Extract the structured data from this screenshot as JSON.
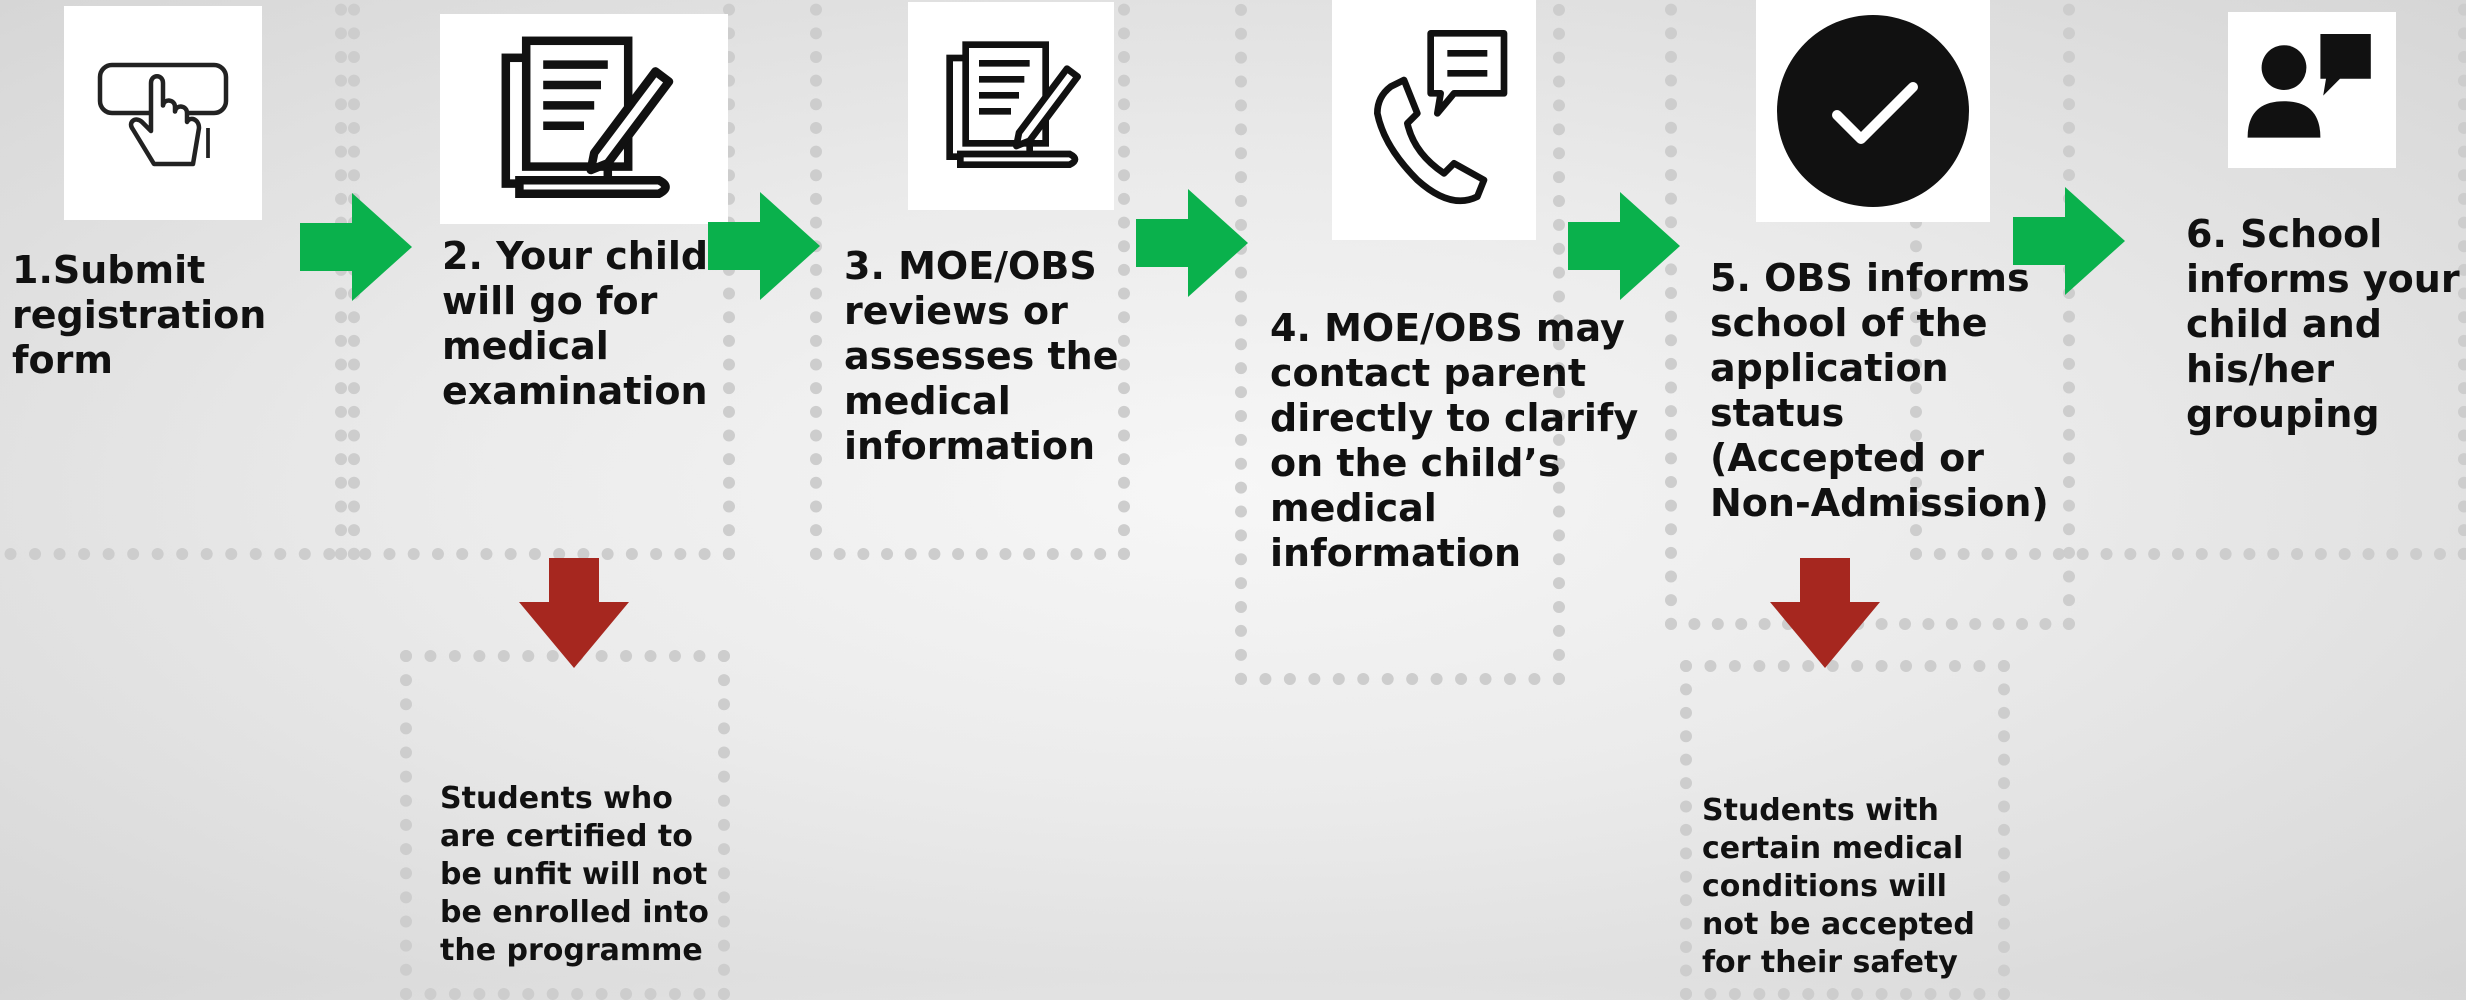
{
  "colors": {
    "flow_arrow": "#0ab14c",
    "warning_arrow": "#a6271f",
    "icon_bg": "#ffffff",
    "text": "#111111"
  },
  "steps": [
    {
      "id": 1,
      "text": "1.Submit\n registration\n form",
      "icon": "touch-keyboard-icon"
    },
    {
      "id": 2,
      "text": "2. Your child\nwill go for\nmedical\nexamination",
      "icon": "document-pen-icon"
    },
    {
      "id": 3,
      "text": "3. MOE/OBS\nreviews or\nassesses the\nmedical\ninformation",
      "icon": "document-pen-icon"
    },
    {
      "id": 4,
      "text": "4. MOE/OBS may\ncontact parent\ndirectly to clarify\non the child’s\nmedical\ninformation",
      "icon": "phone-chat-icon"
    },
    {
      "id": 5,
      "text": "5. OBS informs\nschool of the\napplication\nstatus\n(Accepted or\nNon-Admission)",
      "icon": "checkmark-circle-icon"
    },
    {
      "id": 6,
      "text": "6. School\ninforms your\nchild and\nhis/her\ngrouping",
      "icon": "person-speech-icon"
    }
  ],
  "notes": [
    {
      "step": 2,
      "text": "Students who\nare certified to\nbe unfit will not\nbe enrolled into\nthe programme"
    },
    {
      "step": 5,
      "text": "Students with\ncertain medical\nconditions will\nnot be accepted\nfor their safety"
    }
  ]
}
